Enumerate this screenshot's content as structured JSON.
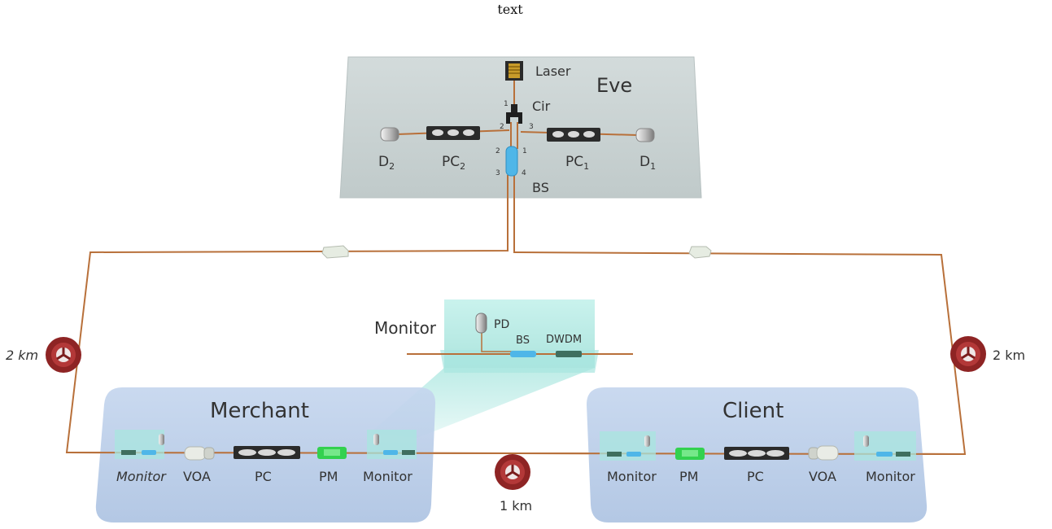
{
  "caption": "text",
  "eve": {
    "title": "Eve",
    "laser": "Laser",
    "cir": "Cir",
    "bs": "BS",
    "pc2": "PC",
    "pc2_sub": "2",
    "pc1": "PC",
    "pc1_sub": "1",
    "d2": "D",
    "d2_sub": "2",
    "d1": "D",
    "d1_sub": "1",
    "cir_ports": [
      "1",
      "2",
      "3"
    ],
    "bs_ports": [
      "2",
      "1",
      "3",
      "4"
    ]
  },
  "monitor_detail": {
    "title": "Monitor",
    "pd": "PD",
    "bs": "BS",
    "dwdm": "DWDM"
  },
  "fibers": {
    "left": "2 km",
    "right": "2 km",
    "middle": "1 km"
  },
  "merchant": {
    "title": "Merchant",
    "components": [
      "Monitor",
      "VOA",
      "PC",
      "PM",
      "Monitor"
    ]
  },
  "client": {
    "title": "Client",
    "components": [
      "Monitor",
      "PM",
      "PC",
      "VOA",
      "Monitor"
    ]
  },
  "colors": {
    "eve_panel": "#cbd4d4",
    "party_panel": "#b9cce6",
    "fiber": "#b8703a",
    "coil": "#9a2b2b",
    "monitor_box": "#a8e6df",
    "bs_blue": "#4fb6e8",
    "pm_green": "#33d14f",
    "dwdm": "#3f6f5f"
  }
}
